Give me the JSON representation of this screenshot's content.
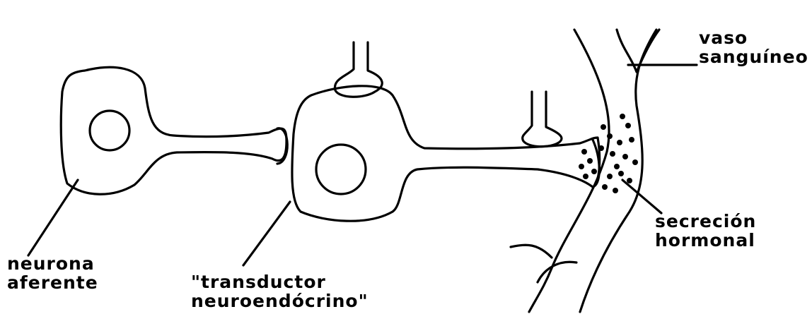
{
  "labels": {
    "afferent": [
      "neurona",
      "aferente"
    ],
    "transducer": [
      "\"transductor",
      "neuroendócrino\""
    ],
    "vessel": [
      "vaso",
      "sanguíneo"
    ],
    "secretion": [
      "secreción",
      "hormonal"
    ]
  },
  "colors": {
    "ink": "#000000",
    "background": "#ffffff"
  }
}
